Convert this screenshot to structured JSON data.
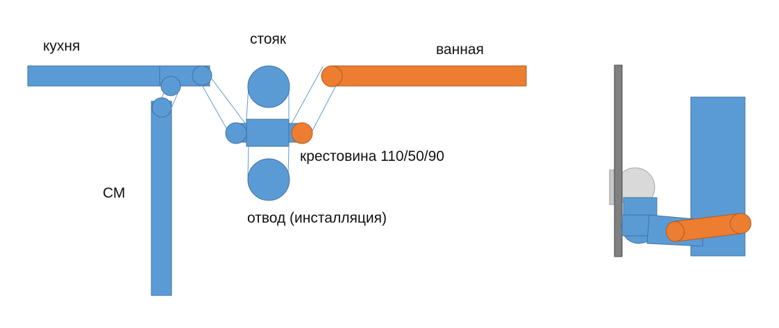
{
  "labels": {
    "kitchen": "кухня",
    "riser": "стояк",
    "bathroom": "ванная",
    "washer": "СМ",
    "cross": "крестовина 110/50/90",
    "elbow": "отвод (инсталляция)"
  },
  "colors": {
    "pipe_blue": "#5b9bd5",
    "pipe_blue_stroke": "#41719c",
    "pipe_orange": "#ed7d31",
    "pipe_orange_stroke": "#ae5a21",
    "wall_gray": "#808080",
    "ghost_gray": "#d0d0d0",
    "line": "#5b9bd5"
  }
}
